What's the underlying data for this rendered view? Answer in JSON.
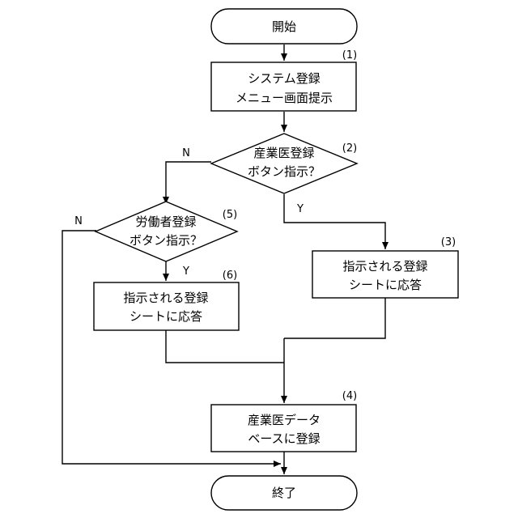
{
  "flowchart": {
    "start": "開始",
    "end": "終了",
    "step1": {
      "num": "(1)",
      "line1": "システム登録",
      "line2": "メニュー画面提示"
    },
    "step2": {
      "num": "(2)",
      "line1": "産業医登録",
      "line2": "ボタン指示？"
    },
    "step3": {
      "num": "(3)",
      "line1": "指示される登録",
      "line2": "シートに応答"
    },
    "step4": {
      "num": "(4)",
      "line1": "産業医データ",
      "line2": "ベースに登録"
    },
    "step5": {
      "num": "(5)",
      "line1": "労働者登録",
      "line2": "ボタン指示？"
    },
    "step6": {
      "num": "(6)",
      "line1": "指示される登録",
      "line2": "シートに応答"
    },
    "labels": {
      "no": "N",
      "yes": "Y"
    }
  }
}
